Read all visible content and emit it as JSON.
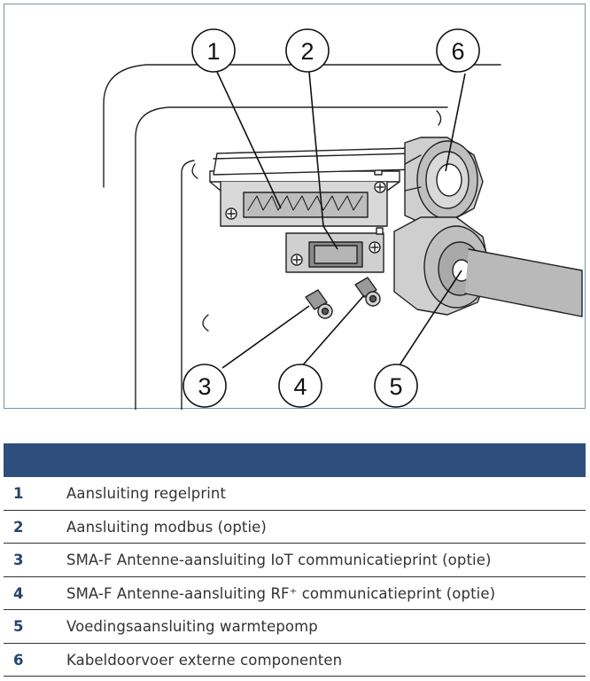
{
  "figure": {
    "callouts": [
      "1",
      "2",
      "3",
      "4",
      "5",
      "6"
    ]
  },
  "legend": {
    "header_color": "#2e4f7e",
    "number_color": "#27446d",
    "rows": [
      {
        "num": "1",
        "text": "Aansluiting regelprint"
      },
      {
        "num": "2",
        "text": "Aansluiting modbus (optie)"
      },
      {
        "num": "3",
        "text": "SMA-F Antenne-aansluiting IoT communicatieprint (optie)"
      },
      {
        "num": "4",
        "text": "SMA-F Antenne-aansluiting RF⁺ communicatieprint (optie)"
      },
      {
        "num": "5",
        "text": "Voedingsaansluiting warmtepomp"
      },
      {
        "num": "6",
        "text": "Kabeldoorvoer externe componenten"
      }
    ]
  }
}
